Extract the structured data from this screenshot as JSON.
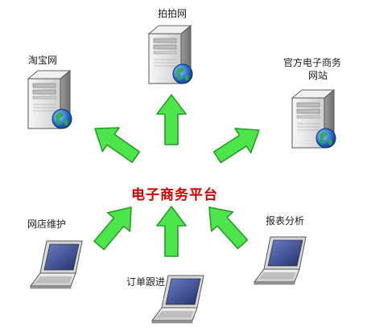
{
  "center": {
    "label": "电子商务平台",
    "color": "#cc0000"
  },
  "nodes": {
    "taobao": {
      "label": "淘宝网",
      "icon": "server-globe-icon"
    },
    "paipai": {
      "label": "拍拍网",
      "icon": "server-globe-icon"
    },
    "official": {
      "label_line1": "官方电子商务",
      "label_line2": "网站",
      "icon": "server-globe-icon"
    },
    "maintain": {
      "label": "网店维护",
      "icon": "laptop-icon"
    },
    "order": {
      "label": "订单跟进",
      "icon": "laptop-icon"
    },
    "report": {
      "label": "报表分析",
      "icon": "laptop-icon"
    }
  },
  "colors": {
    "arrow_fill": "#4ce64c",
    "arrow_stroke": "#2a9a2a",
    "server_body": "#e6e6e6",
    "globe": "#2a6fd1",
    "laptop_screen": "#3a4a86"
  }
}
